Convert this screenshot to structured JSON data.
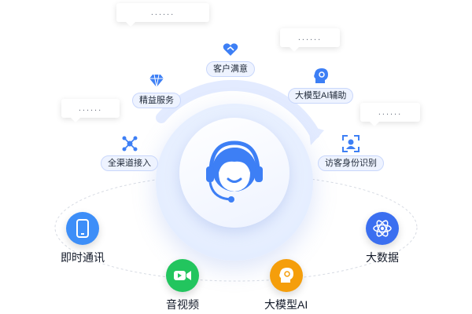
{
  "bubbles": [
    {
      "text": "......"
    },
    {
      "text": "......"
    },
    {
      "text": "......"
    },
    {
      "text": "......"
    }
  ],
  "features": [
    {
      "label": "客户满意",
      "icon": "heart-handshake-icon"
    },
    {
      "label": "精益服务",
      "icon": "diamond-icon"
    },
    {
      "label": "大模型AI辅助",
      "icon": "ai-head-icon"
    },
    {
      "label": "全渠道接入",
      "icon": "network-nodes-icon"
    },
    {
      "label": "访客身份识别",
      "icon": "face-scan-icon"
    }
  ],
  "channels": [
    {
      "label": "即时通讯",
      "icon": "phone-icon",
      "color": "#3d8ef8"
    },
    {
      "label": "音视频",
      "icon": "video-camera-icon",
      "color": "#22c55e"
    },
    {
      "label": "大模型AI",
      "icon": "ai-head-icon",
      "color": "#f59e0b"
    },
    {
      "label": "大数据",
      "icon": "atom-icon",
      "color": "#3b6ff0"
    }
  ],
  "center": {
    "icon": "customer-service-headset-icon",
    "color": "#3d7ff5"
  }
}
